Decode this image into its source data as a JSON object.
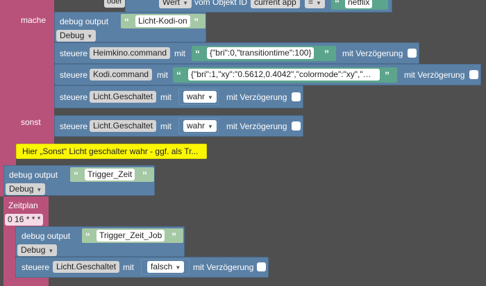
{
  "top_row": {
    "wert_label": "Wert",
    "vom_label": "vom Objekt ID",
    "object_id": "current app",
    "operator": "=",
    "value": "netflix",
    "oder_label": "oder"
  },
  "if_block": {
    "mache_label": "mache",
    "sonst_label": "sonst"
  },
  "debug1": {
    "label": "debug output",
    "text": "Licht-Kodi-on",
    "level": "Debug"
  },
  "steuere1": {
    "label": "steuere",
    "object": "Heimkino.command",
    "mit": "mit",
    "value": "{\"bri\":0,\"transitiontime\":100}",
    "delay": "mit Verzögerung"
  },
  "steuere2": {
    "label": "steuere",
    "object": "Kodi.command",
    "mit": "mit",
    "value": "{\"bri\":1,\"xy\":\"0.5612,0.4042\",\"colormode\":\"xy\",\"…",
    "delay": "mit Verzögerung"
  },
  "steuere3": {
    "label": "steuere",
    "object": "Licht.Geschaltet",
    "mit": "mit",
    "value": "wahr",
    "delay": "mit Verzögerung"
  },
  "steuere4": {
    "label": "steuere",
    "object": "Licht.Geschaltet",
    "mit": "mit",
    "value": "wahr",
    "delay": "mit Verzögerung"
  },
  "comment": {
    "text": "Hier „Sonst“ Licht geschalter wahr - ggf. als Tr..."
  },
  "debug2": {
    "label": "debug output",
    "text": "Trigger_Zeit",
    "level": "Debug"
  },
  "zeitplan": {
    "label": "Zeitplan",
    "cron": "0 16 * * *"
  },
  "debug3": {
    "label": "debug output",
    "text": "Trigger_Zeit_Job",
    "level": "Debug"
  },
  "steuere5": {
    "label": "steuere",
    "object": "Licht.Geschaltet",
    "mit": "mit",
    "value": "falsch",
    "delay": "mit Verzögerung"
  },
  "colors": {
    "event_block": "#b8527a",
    "action_block": "#5b80a5",
    "string_block": "#a5c8a5",
    "comment": "#fbf703",
    "workspace": "#4f4f4f"
  }
}
